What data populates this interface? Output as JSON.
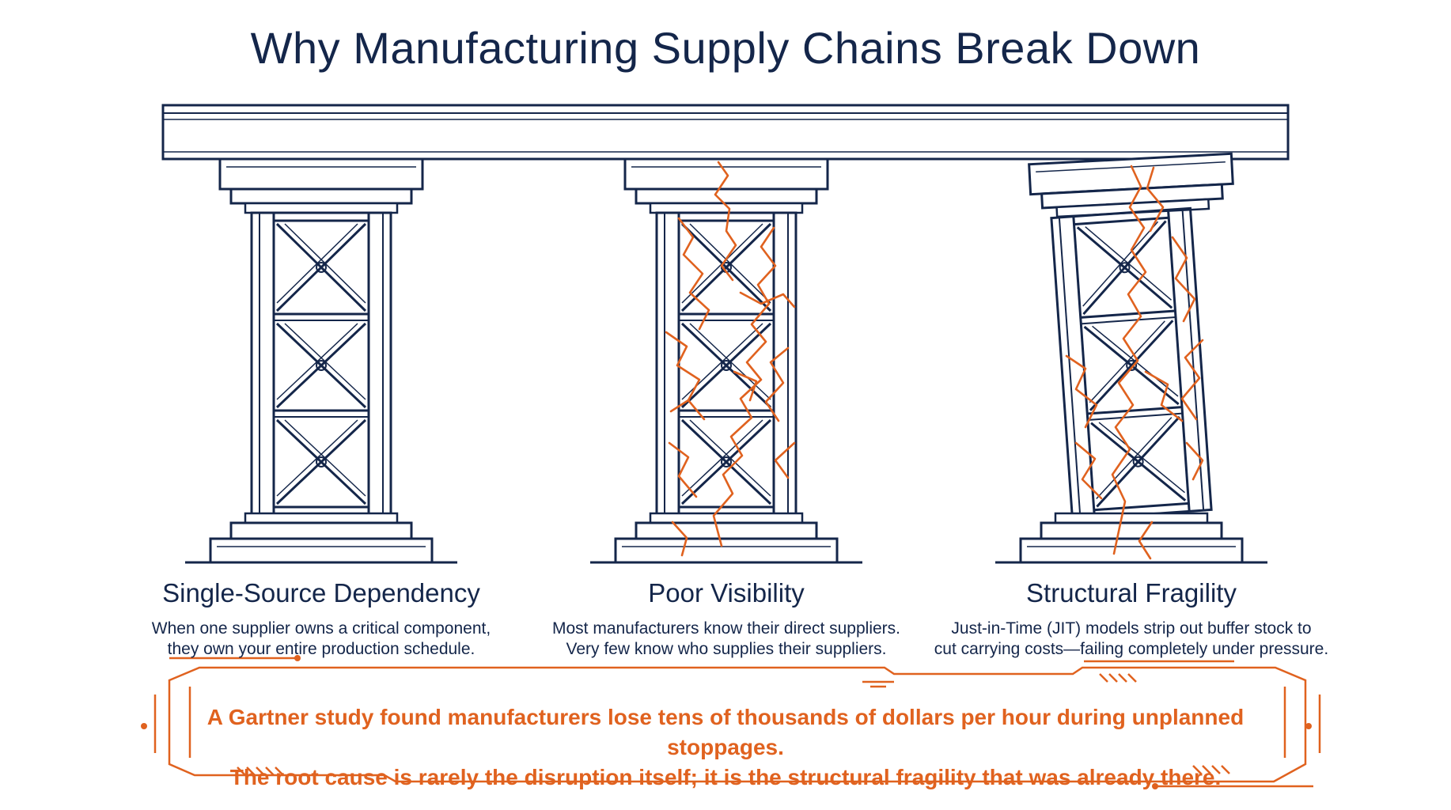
{
  "title": "Why Manufacturing Supply Chains Break Down",
  "pillars": [
    {
      "title": "Single-Source Dependency",
      "line1": "When one supplier owns a critical component,",
      "line2": "they own your entire production schedule."
    },
    {
      "title": "Poor Visibility",
      "line1": "Most manufacturers know their direct suppliers.",
      "line2": "Very few know who supplies their suppliers."
    },
    {
      "title": "Structural Fragility",
      "line1": "Just-in-Time (JIT) models strip out buffer stock to",
      "line2": "cut carrying costs—failing completely under pressure."
    }
  ],
  "callout": {
    "line1": "A Gartner study found manufacturers lose tens of thousands of dollars per hour during unplanned stoppages.",
    "line2": "The root cause is rarely the disruption itself; it is the structural fragility that was already there."
  },
  "colors": {
    "navy": "#14264a",
    "crack_orange": "#e0621f"
  }
}
